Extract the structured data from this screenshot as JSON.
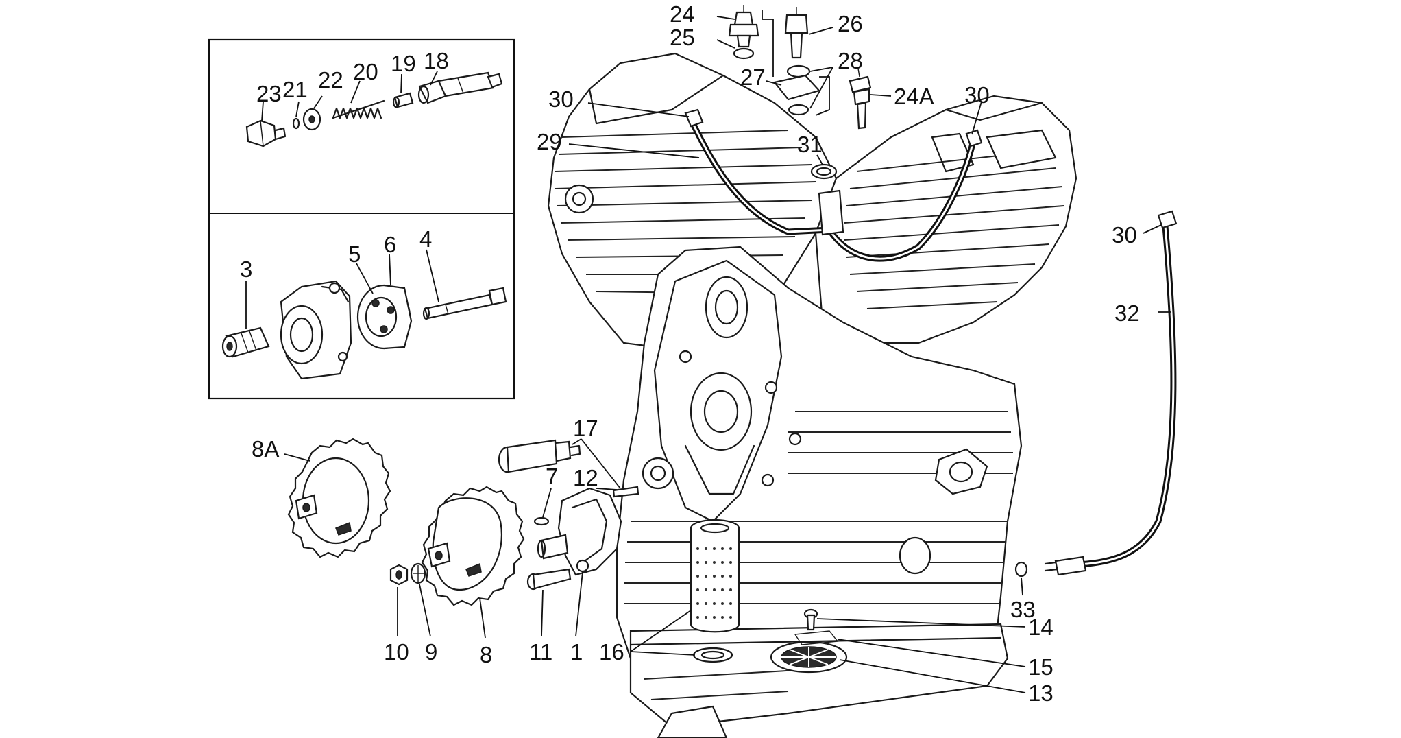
{
  "diagram": {
    "callouts": [
      {
        "id": "c24",
        "text": "24"
      },
      {
        "id": "c25",
        "text": "25"
      },
      {
        "id": "c26",
        "text": "26"
      },
      {
        "id": "c28",
        "text": "28"
      },
      {
        "id": "c27",
        "text": "27"
      },
      {
        "id": "c24a",
        "text": "24A"
      },
      {
        "id": "c30a",
        "text": "30"
      },
      {
        "id": "c30b",
        "text": "30"
      },
      {
        "id": "c29",
        "text": "29"
      },
      {
        "id": "c31",
        "text": "31"
      },
      {
        "id": "c30c",
        "text": "30"
      },
      {
        "id": "c32",
        "text": "32"
      },
      {
        "id": "c23",
        "text": "23"
      },
      {
        "id": "c21",
        "text": "21"
      },
      {
        "id": "c22",
        "text": "22"
      },
      {
        "id": "c20",
        "text": "20"
      },
      {
        "id": "c19",
        "text": "19"
      },
      {
        "id": "c18",
        "text": "18"
      },
      {
        "id": "c3",
        "text": "3"
      },
      {
        "id": "c5",
        "text": "5"
      },
      {
        "id": "c6",
        "text": "6"
      },
      {
        "id": "c4",
        "text": "4"
      },
      {
        "id": "c8a",
        "text": "8A"
      },
      {
        "id": "c17",
        "text": "17"
      },
      {
        "id": "c7",
        "text": "7"
      },
      {
        "id": "c12",
        "text": "12"
      },
      {
        "id": "c10",
        "text": "10"
      },
      {
        "id": "c9",
        "text": "9"
      },
      {
        "id": "c8",
        "text": "8"
      },
      {
        "id": "c11",
        "text": "11"
      },
      {
        "id": "c1",
        "text": "1"
      },
      {
        "id": "c16",
        "text": "16"
      },
      {
        "id": "c33",
        "text": "33"
      },
      {
        "id": "c14",
        "text": "14"
      },
      {
        "id": "c15",
        "text": "15"
      },
      {
        "id": "c13",
        "text": "13"
      }
    ]
  }
}
